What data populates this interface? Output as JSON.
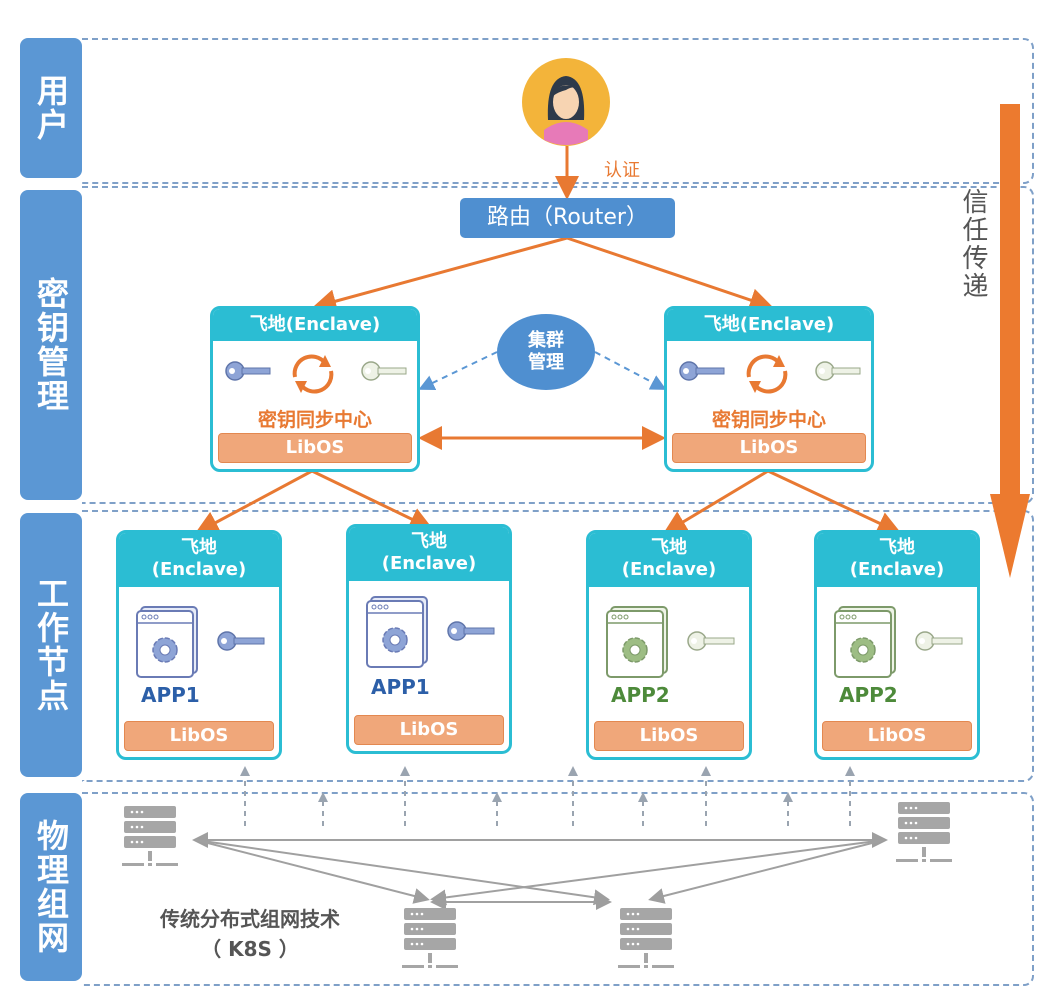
{
  "layers": [
    {
      "label": "用户"
    },
    {
      "label": "密钥管理"
    },
    {
      "label": "工作节点"
    },
    {
      "label": "物理组网"
    }
  ],
  "user": {
    "icon": "user-avatar-icon",
    "auth_label": "认证"
  },
  "router": {
    "label": "路由（Router）"
  },
  "trust_label": "信任传递",
  "cluster": {
    "line1": "集群",
    "line2": "管理"
  },
  "key_enclaves": [
    {
      "title": "飞地(Enclave)",
      "center_label": "密钥同步中心",
      "libos": "LibOS"
    },
    {
      "title": "飞地(Enclave)",
      "center_label": "密钥同步中心",
      "libos": "LibOS"
    }
  ],
  "worker_enclaves": [
    {
      "title1": "飞地",
      "title2": "(Enclave)",
      "app": "APP1",
      "libos": "LibOS",
      "color": "#2c5fa8"
    },
    {
      "title1": "飞地",
      "title2": "(Enclave)",
      "app": "APP1",
      "libos": "LibOS",
      "color": "#2c5fa8"
    },
    {
      "title1": "飞地",
      "title2": "(Enclave)",
      "app": "APP2",
      "libos": "LibOS",
      "color": "#4d8a3a"
    },
    {
      "title1": "飞地",
      "title2": "(Enclave)",
      "app": "APP2",
      "libos": "LibOS",
      "color": "#4d8a3a"
    }
  ],
  "network": {
    "line1": "传统分布式组网技术",
    "line2": "（ K8S ）"
  },
  "colors": {
    "blue": "#5b97d4",
    "teal": "#2bbdd3",
    "orange": "#e87932",
    "libos": "#f0a77a",
    "gray": "#9e9e9e"
  }
}
